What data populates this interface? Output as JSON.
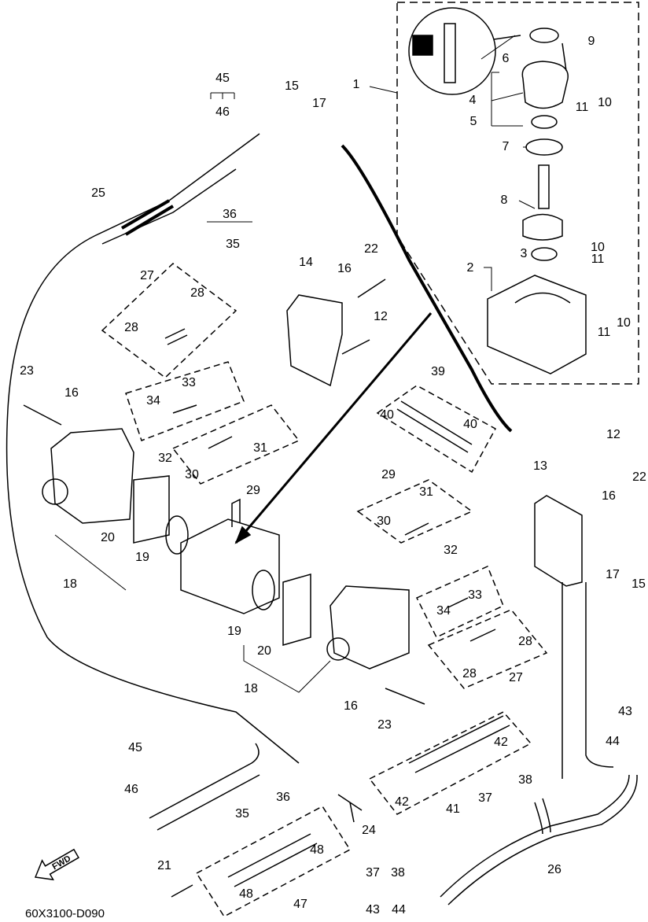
{
  "diagram_code": "60X3100-D090",
  "direction_badge": "FWD",
  "callouts": [
    "45",
    "46",
    "15",
    "17",
    "1",
    "9",
    "6",
    "4",
    "11",
    "10",
    "5",
    "7",
    "8",
    "25",
    "36",
    "35",
    "22",
    "3",
    "11",
    "10",
    "2",
    "27",
    "16",
    "14",
    "28",
    "12",
    "11",
    "10",
    "28",
    "23",
    "39",
    "16",
    "33",
    "34",
    "40",
    "40",
    "32",
    "31",
    "30",
    "29",
    "12",
    "13",
    "22",
    "29",
    "31",
    "16",
    "30",
    "20",
    "19",
    "18",
    "17",
    "15",
    "32",
    "33",
    "34",
    "28",
    "19",
    "20",
    "28",
    "27",
    "18",
    "16",
    "23",
    "43",
    "42",
    "44",
    "45",
    "46",
    "36",
    "38",
    "42",
    "37",
    "41",
    "35",
    "24",
    "48",
    "26",
    "21",
    "48",
    "37",
    "38",
    "47",
    "43",
    "44"
  ]
}
